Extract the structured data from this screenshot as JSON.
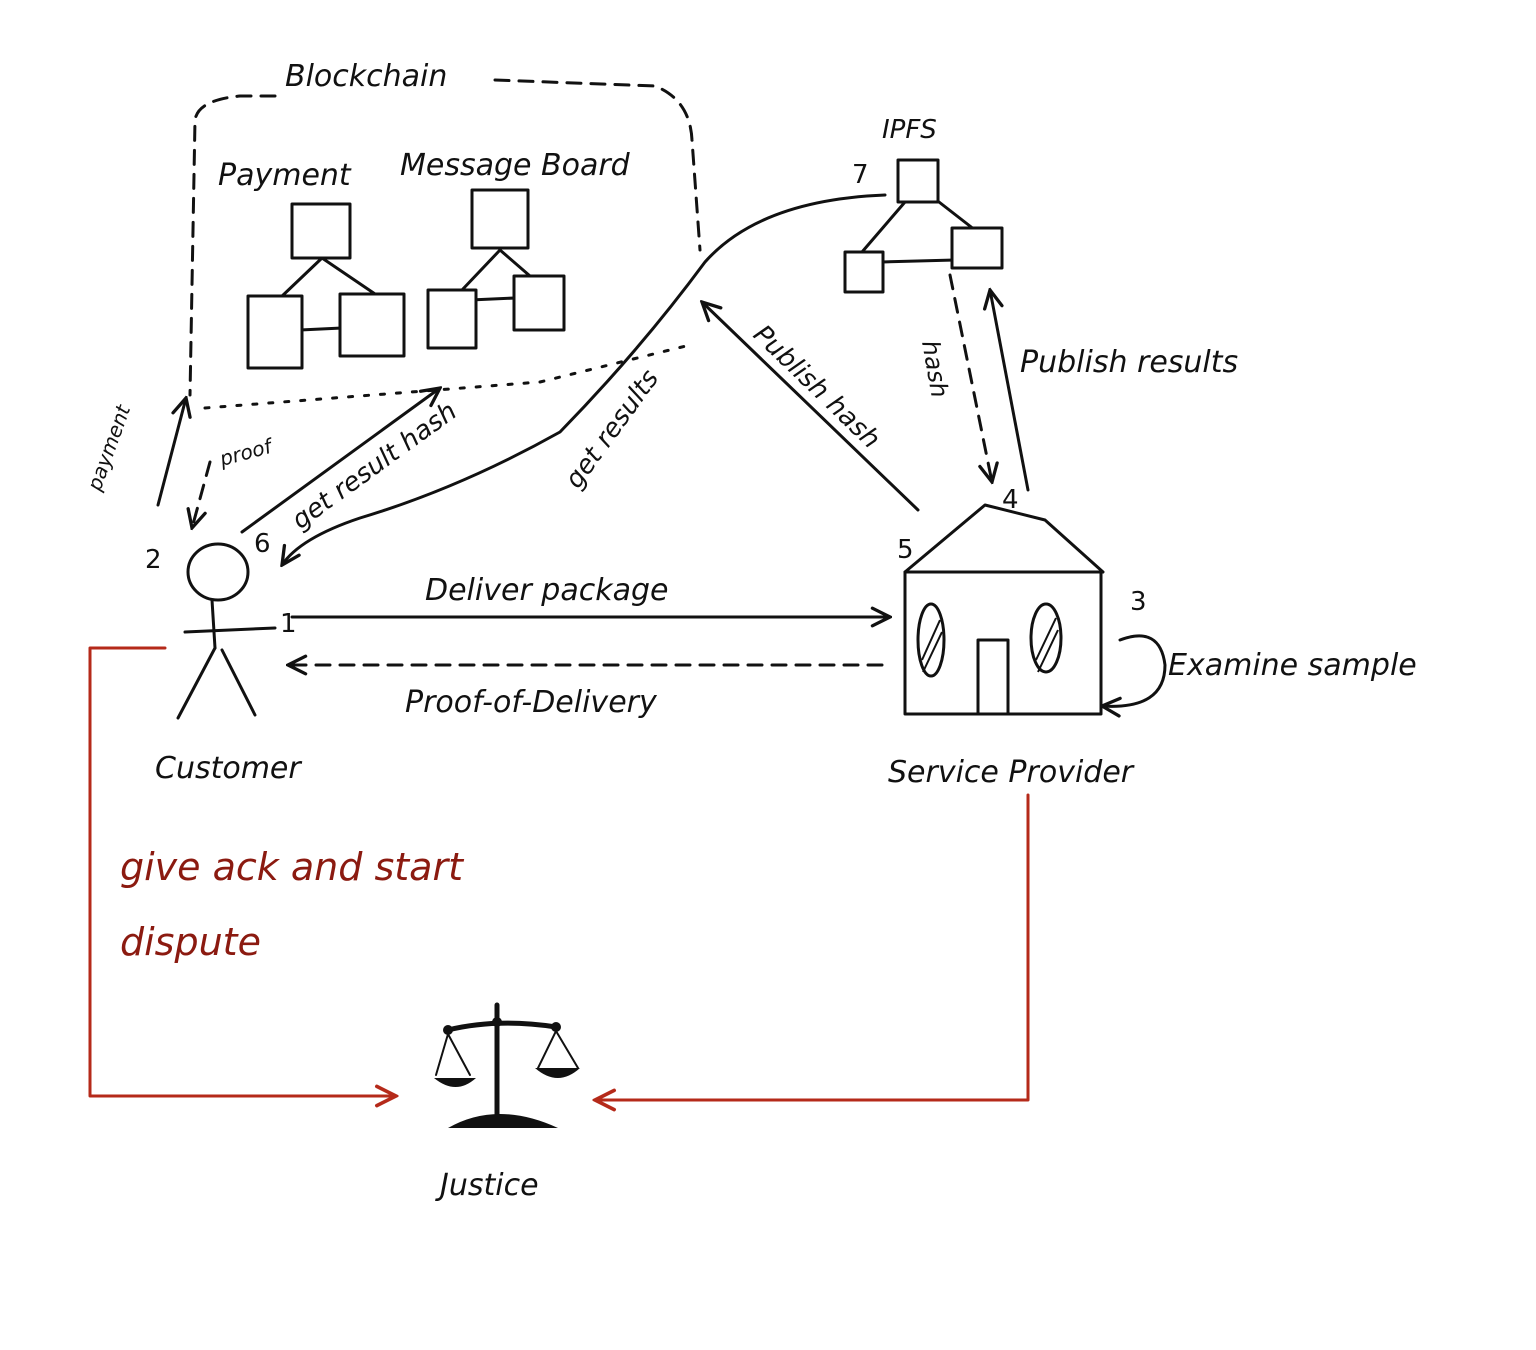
{
  "blockchain": {
    "title": "Blockchain",
    "payment_label": "Payment",
    "message_board_label": "Message Board"
  },
  "ipfs": {
    "label": "IPFS"
  },
  "actors": {
    "customer": "Customer",
    "service_provider": "Service Provider",
    "justice": "Justice"
  },
  "edges": {
    "payment": "payment",
    "proof": "proof",
    "get_result_hash": "get result hash",
    "get_results": "get results",
    "publish_hash": "Publish hash",
    "hash": "hash",
    "publish_results": "Publish results",
    "deliver_package": "Deliver package",
    "proof_of_delivery": "Proof-of-Delivery",
    "examine_sample": "Examine sample",
    "dispute_line1": "give ack and start",
    "dispute_line2": "dispute"
  },
  "step_numbers": {
    "deliver": "1",
    "payment": "2",
    "examine": "3",
    "publish_results": "4",
    "publish_hash": "5",
    "get_result_hash": "6",
    "get_results": "7"
  },
  "colors": {
    "ink": "#111111",
    "dispute": "#b52a1a",
    "dispute_text": "#8b1a10",
    "background": "#ffffff"
  }
}
